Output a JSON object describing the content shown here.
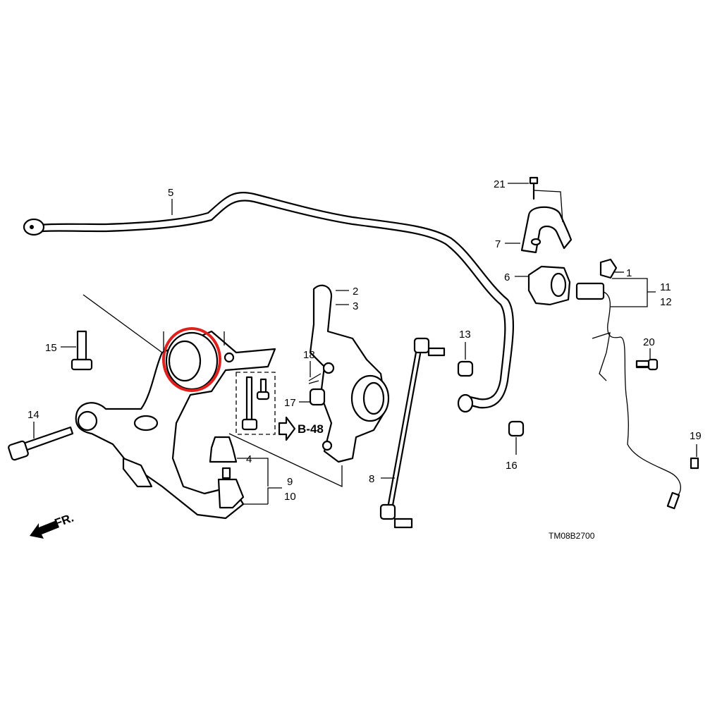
{
  "diagram": {
    "callouts": {
      "c1": "1",
      "c2": "2",
      "c3": "3",
      "c4": "4",
      "c5": "5",
      "c6": "6",
      "c7": "7",
      "c8": "8",
      "c9": "9",
      "c10": "10",
      "c11": "11",
      "c12": "12",
      "c13": "13",
      "c14": "14",
      "c15": "15",
      "c16": "16",
      "c17": "17",
      "c18": "18",
      "c19": "19",
      "c20": "20",
      "c21": "21"
    },
    "reference": "B-48",
    "direction": "FR.",
    "drawing_code": "TM08B2700",
    "highlight_color": "#e0201c"
  }
}
